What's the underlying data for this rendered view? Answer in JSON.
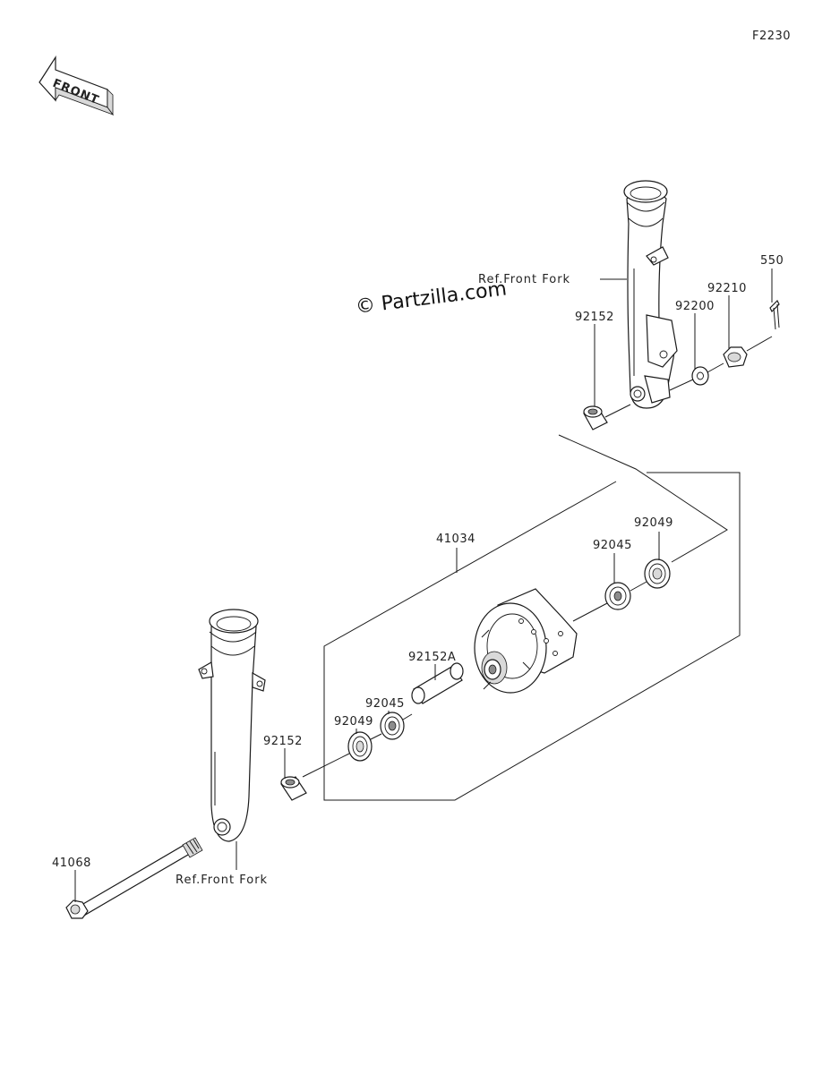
{
  "figure": {
    "code": "F2230",
    "front_label": "FRONT",
    "watermark": "© Partzilla.com"
  },
  "references": {
    "front_fork_upper": "Ref.Front Fork",
    "front_fork_lower": "Ref.Front Fork"
  },
  "parts": [
    {
      "id": "p550",
      "number": "550"
    },
    {
      "id": "p92210",
      "number": "92210"
    },
    {
      "id": "p92200",
      "number": "92200"
    },
    {
      "id": "p92152_top",
      "number": "92152"
    },
    {
      "id": "p92049_right",
      "number": "92049"
    },
    {
      "id": "p92045_right",
      "number": "92045"
    },
    {
      "id": "p41034",
      "number": "41034"
    },
    {
      "id": "p92152A",
      "number": "92152A"
    },
    {
      "id": "p92045_left",
      "number": "92045"
    },
    {
      "id": "p92049_left",
      "number": "92049"
    },
    {
      "id": "p92152_left",
      "number": "92152"
    },
    {
      "id": "p41068",
      "number": "41068"
    }
  ]
}
